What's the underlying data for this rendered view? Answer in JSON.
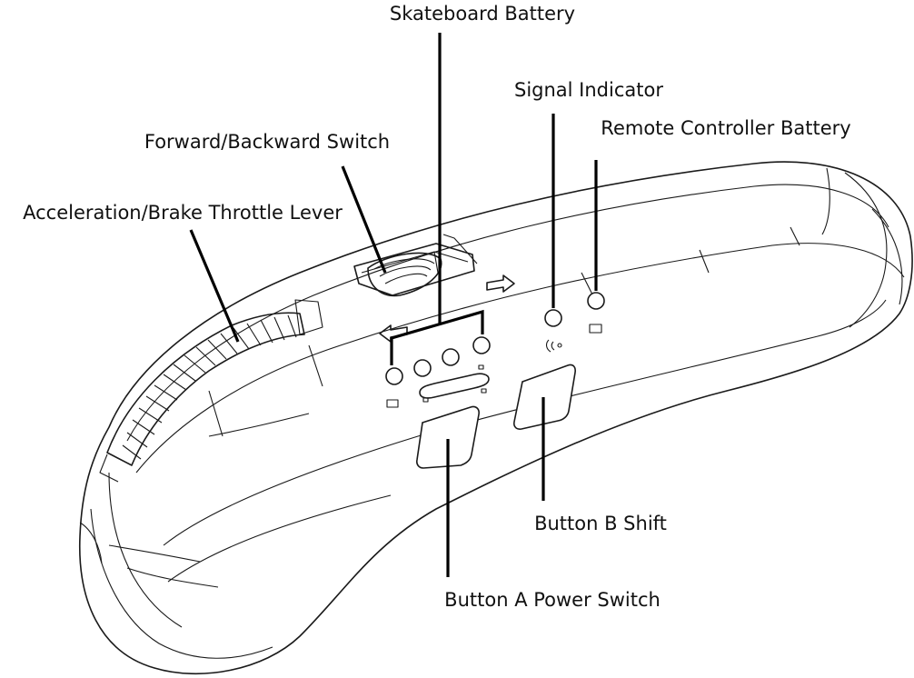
{
  "diagram": {
    "labels": {
      "skateboard_battery": "Skateboard Battery",
      "signal_indicator": "Signal Indicator",
      "remote_controller_battery": "Remote Controller Battery",
      "forward_backward_switch": "Forward/Backward Switch",
      "throttle_lever": "Acceleration/Brake Throttle Lever",
      "button_b": "Button B Shift",
      "button_a": "Button A Power Switch"
    },
    "colors": {
      "line": "#1a1a1a",
      "background": "#ffffff"
    },
    "icons": [
      "arrow-left-icon",
      "arrow-right-icon",
      "signal-icon",
      "skateboard-icon"
    ]
  }
}
